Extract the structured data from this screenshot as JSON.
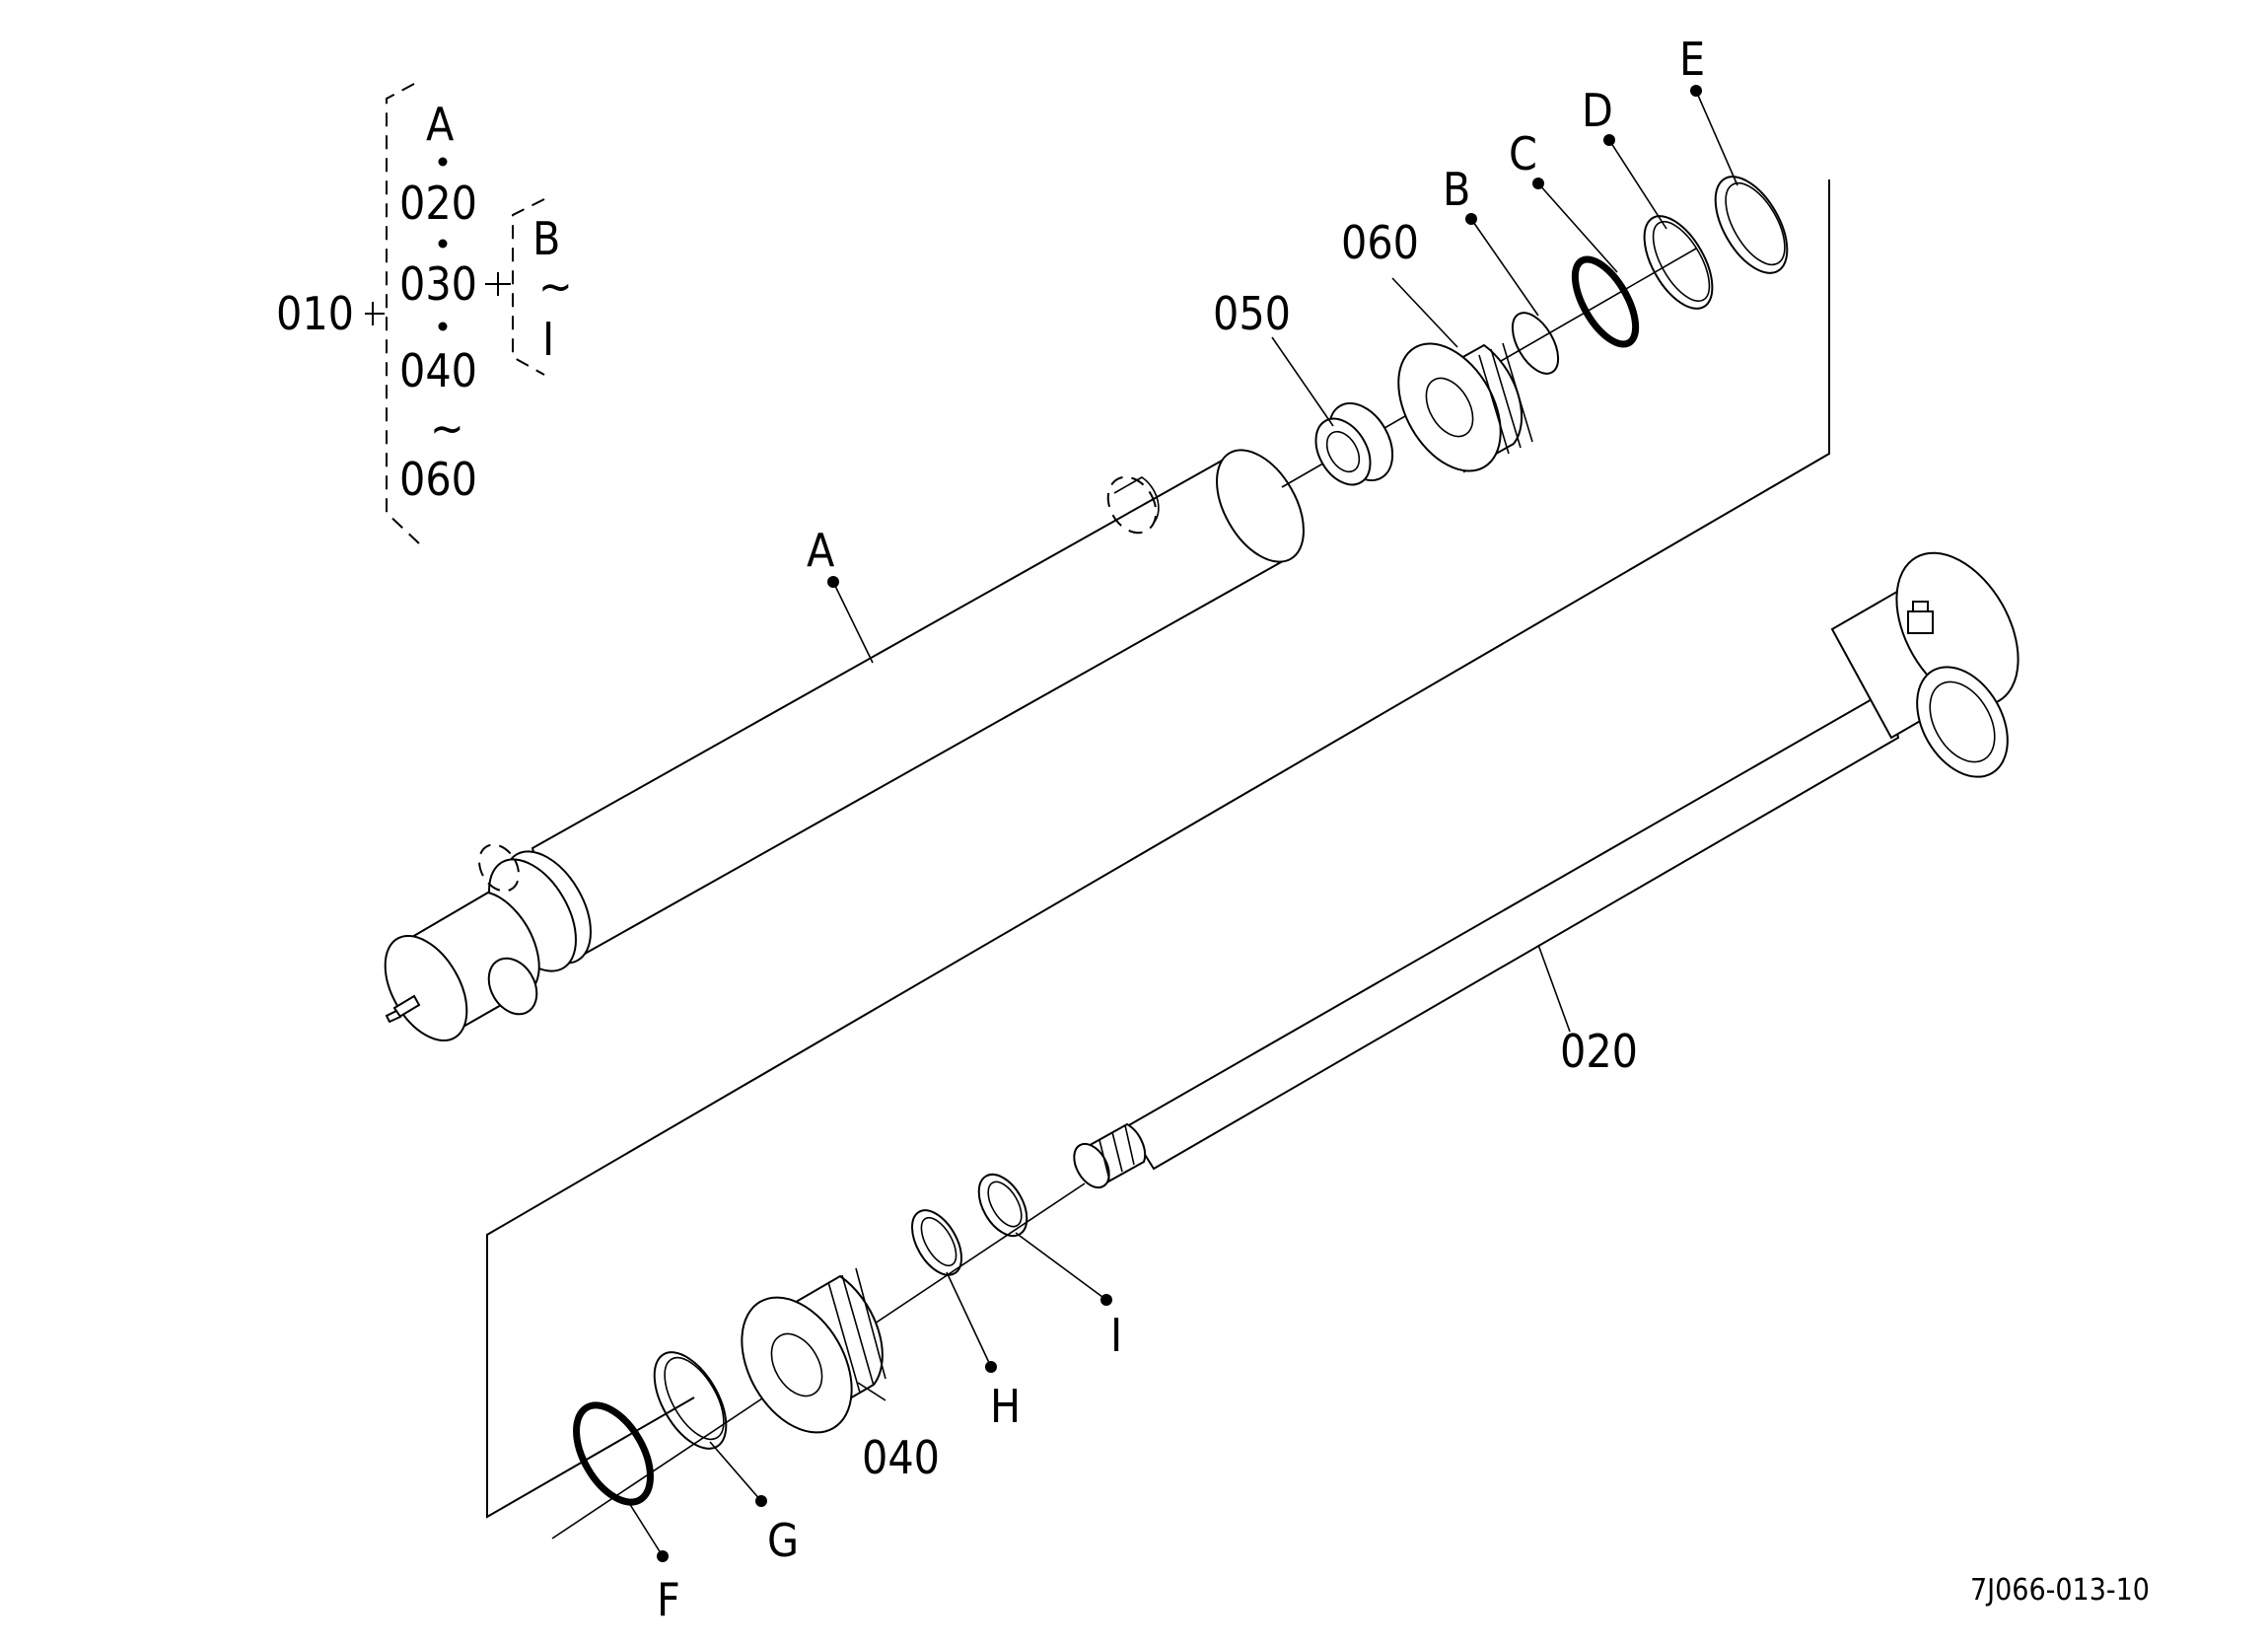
{
  "drawing_number": "7J066-013-10",
  "legend": {
    "assembly": "010",
    "items": [
      "A",
      "020",
      "030",
      "040",
      "~",
      "060"
    ],
    "sub_items": [
      "B",
      "~",
      "I"
    ]
  },
  "callouts": {
    "A": "A",
    "B": "B",
    "C": "C",
    "D": "D",
    "E": "E",
    "F": "F",
    "G": "G",
    "H": "H",
    "I": "I",
    "p020": "020",
    "p040": "040",
    "p050": "050",
    "p060": "060"
  }
}
